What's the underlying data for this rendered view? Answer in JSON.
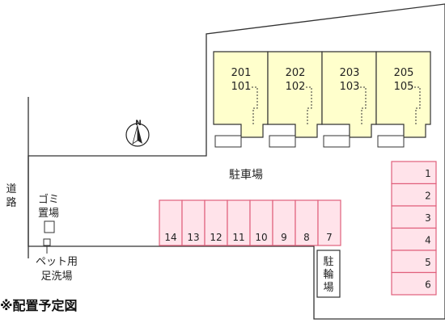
{
  "diagram": {
    "title": "※配置予定図",
    "road_label": [
      "道",
      "路"
    ],
    "parking_label": "駐車場",
    "bicycle_label": [
      "駐",
      "輪",
      "場"
    ],
    "garbage_label": [
      "ゴミ",
      "置場"
    ],
    "pet_label": [
      "ペット用",
      "足洗場"
    ],
    "north_label": "N",
    "units": [
      {
        "upper": "201",
        "lower": "101"
      },
      {
        "upper": "202",
        "lower": "102"
      },
      {
        "upper": "203",
        "lower": "103"
      },
      {
        "upper": "205",
        "lower": "105"
      }
    ],
    "parking_bottom": [
      "14",
      "13",
      "12",
      "11",
      "10",
      "9",
      "8",
      "7"
    ],
    "parking_right": [
      "1",
      "2",
      "3",
      "4",
      "5",
      "6"
    ],
    "colors": {
      "building_fill": "#ffffcc",
      "parking_fill": "#ffe3ea",
      "parking_stroke": "#e0607c",
      "outline": "#333333"
    }
  }
}
